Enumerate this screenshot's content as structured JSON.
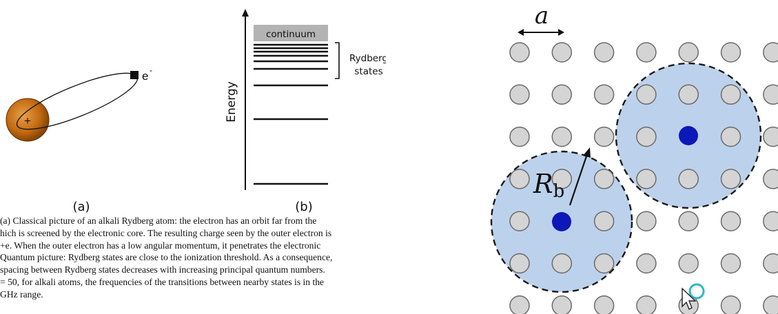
{
  "panel_a": {
    "label": "(a)",
    "electron_label": "e",
    "electron_sup": "-",
    "nucleus_sign": "+"
  },
  "panel_b": {
    "label": "(b)",
    "continuum_label": "continuum",
    "y_axis_label": "Energy",
    "rydberg_label_line1": "Rydberg",
    "rydberg_label_line2": "states"
  },
  "caption": {
    "lines": [
      "(a) Classical picture of an alkali Rydberg atom: the electron has an orbit far from the",
      "hich is screened by the electronic core. The resulting charge seen by the outer electron is",
      "+e. When the outer electron has a low angular momentum, it penetrates the electronic",
      "Quantum picture: Rydberg states are close to the ionization threshold. As a consequence,",
      " spacing between Rydberg states decreases with increasing principal quantum numbers.",
      "= 50, for alkali atoms, the frequencies of the transitions between nearby states is in the",
      "GHz range."
    ]
  },
  "lattice_figure": {
    "lattice_spacing_label": "a",
    "blockade_radius_label": "R",
    "blockade_radius_subscript": "b",
    "colors": {
      "atom_fill": "#d4d4d4",
      "atom_stroke": "#6a6a6a",
      "blockade_fill": "#bcd1ec",
      "rydberg_atom": "#0d18b8"
    }
  }
}
